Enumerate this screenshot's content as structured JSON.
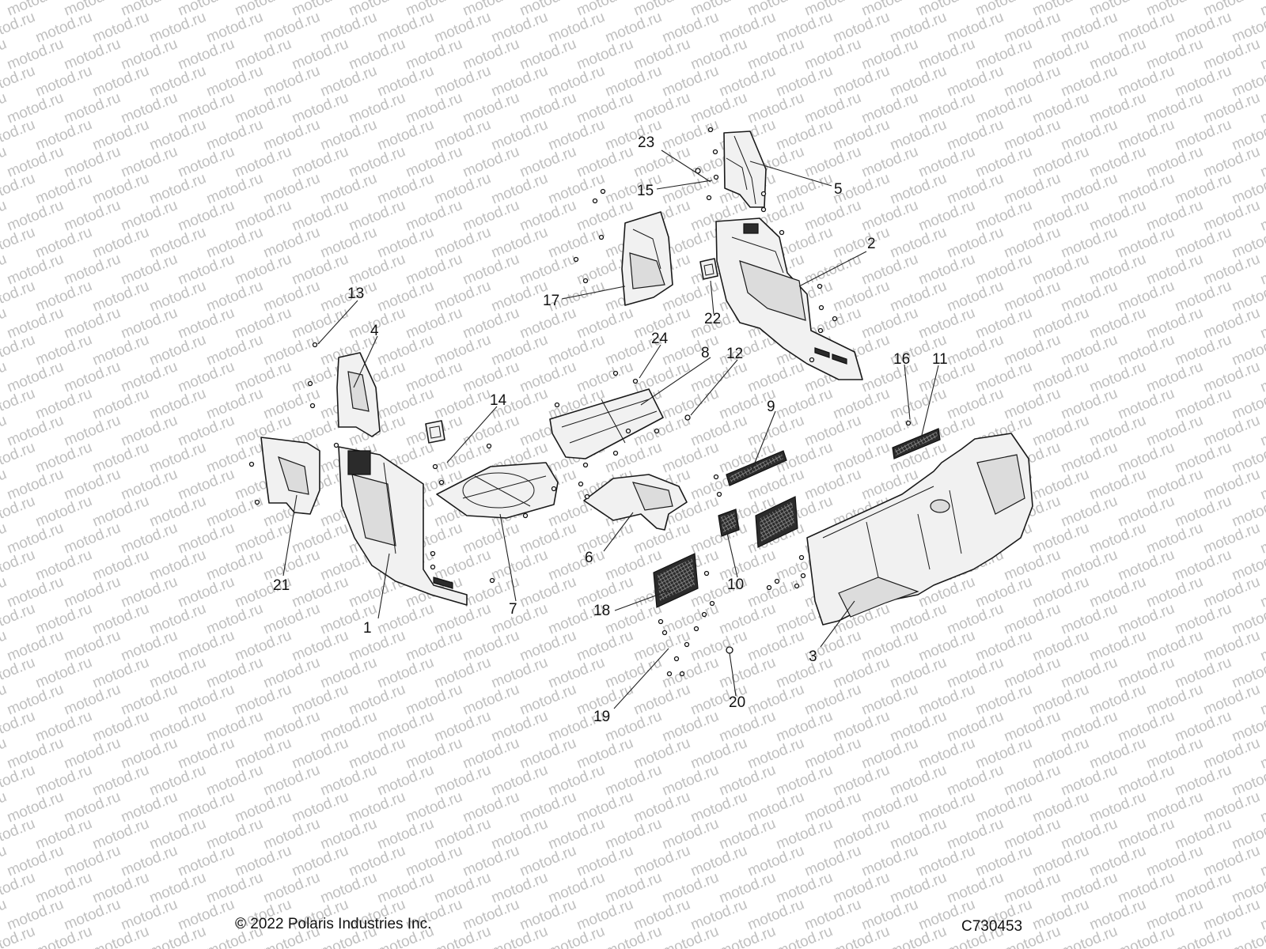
{
  "watermark_text": "motod.ru",
  "copyright": "© 2022 Polaris Industries Inc.",
  "figure_code": "C730453",
  "callouts": [
    {
      "id": "1",
      "label": "1"
    },
    {
      "id": "2",
      "label": "2"
    },
    {
      "id": "3",
      "label": "3"
    },
    {
      "id": "4",
      "label": "4"
    },
    {
      "id": "5",
      "label": "5"
    },
    {
      "id": "6",
      "label": "6"
    },
    {
      "id": "7",
      "label": "7"
    },
    {
      "id": "8",
      "label": "8"
    },
    {
      "id": "9",
      "label": "9"
    },
    {
      "id": "10",
      "label": "10"
    },
    {
      "id": "11",
      "label": "11"
    },
    {
      "id": "12",
      "label": "12"
    },
    {
      "id": "13",
      "label": "13"
    },
    {
      "id": "14",
      "label": "14"
    },
    {
      "id": "15",
      "label": "15"
    },
    {
      "id": "16",
      "label": "16"
    },
    {
      "id": "17",
      "label": "17"
    },
    {
      "id": "18",
      "label": "18"
    },
    {
      "id": "19",
      "label": "19"
    },
    {
      "id": "20",
      "label": "20"
    },
    {
      "id": "21",
      "label": "21"
    },
    {
      "id": "22",
      "label": "22"
    },
    {
      "id": "23",
      "label": "23"
    },
    {
      "id": "24",
      "label": "24"
    }
  ]
}
